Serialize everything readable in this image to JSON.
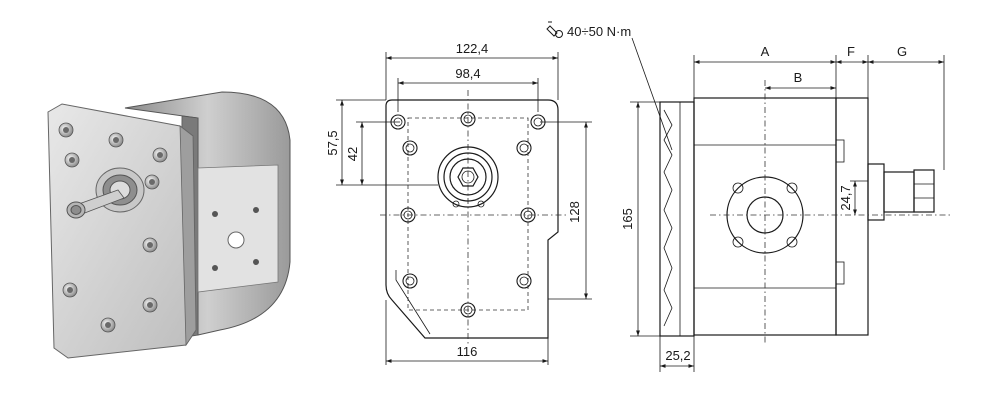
{
  "torque": {
    "value": "40÷50 N·m",
    "icon": "torque-wrench-icon"
  },
  "front_view": {
    "width_overall": "122,4",
    "hole_spacing_h": "98,4",
    "bottom_width": "116",
    "height_small": "42",
    "height_mid": "57,5",
    "height_holes": "128"
  },
  "side_view": {
    "overall_height": "165",
    "dim_A": "A",
    "dim_B": "B",
    "dim_F": "F",
    "dim_G": "G",
    "flange_thickness": "25,2",
    "shaft_offset": "24,7"
  },
  "colors": {
    "line": "#1a1a1a",
    "body_light": "#d9d9d9",
    "body_mid": "#a8a8a8",
    "body_dark": "#6e6e6e"
  }
}
